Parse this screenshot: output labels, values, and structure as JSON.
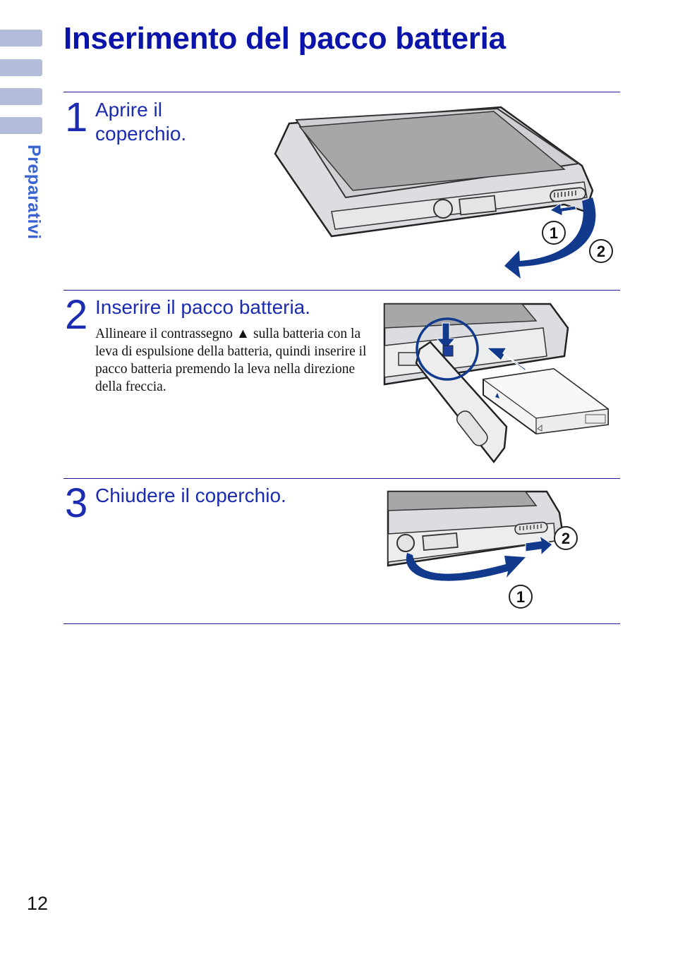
{
  "side_tab": {
    "label": "Preparativi",
    "accent": "#3a64d0",
    "block_color": "#b4bcdc"
  },
  "page": {
    "title": "Inserimento del pacco batteria",
    "number": "12"
  },
  "steps": [
    {
      "num": "1",
      "heading": "Aprire il coperchio."
    },
    {
      "num": "2",
      "heading": "Inserire il pacco batteria.",
      "body": "Allineare il contrassegno ▲ sulla batteria con la leva di espulsione della batteria, quindi inserire il pacco batteria premendo la leva nella direzione della freccia."
    },
    {
      "num": "3",
      "heading": "Chiudere il coperchio."
    }
  ],
  "illustrations": {
    "step1": {
      "marker_1": "1",
      "marker_2": "2"
    },
    "step3": {
      "marker_1": "1",
      "marker_2": "2"
    }
  }
}
